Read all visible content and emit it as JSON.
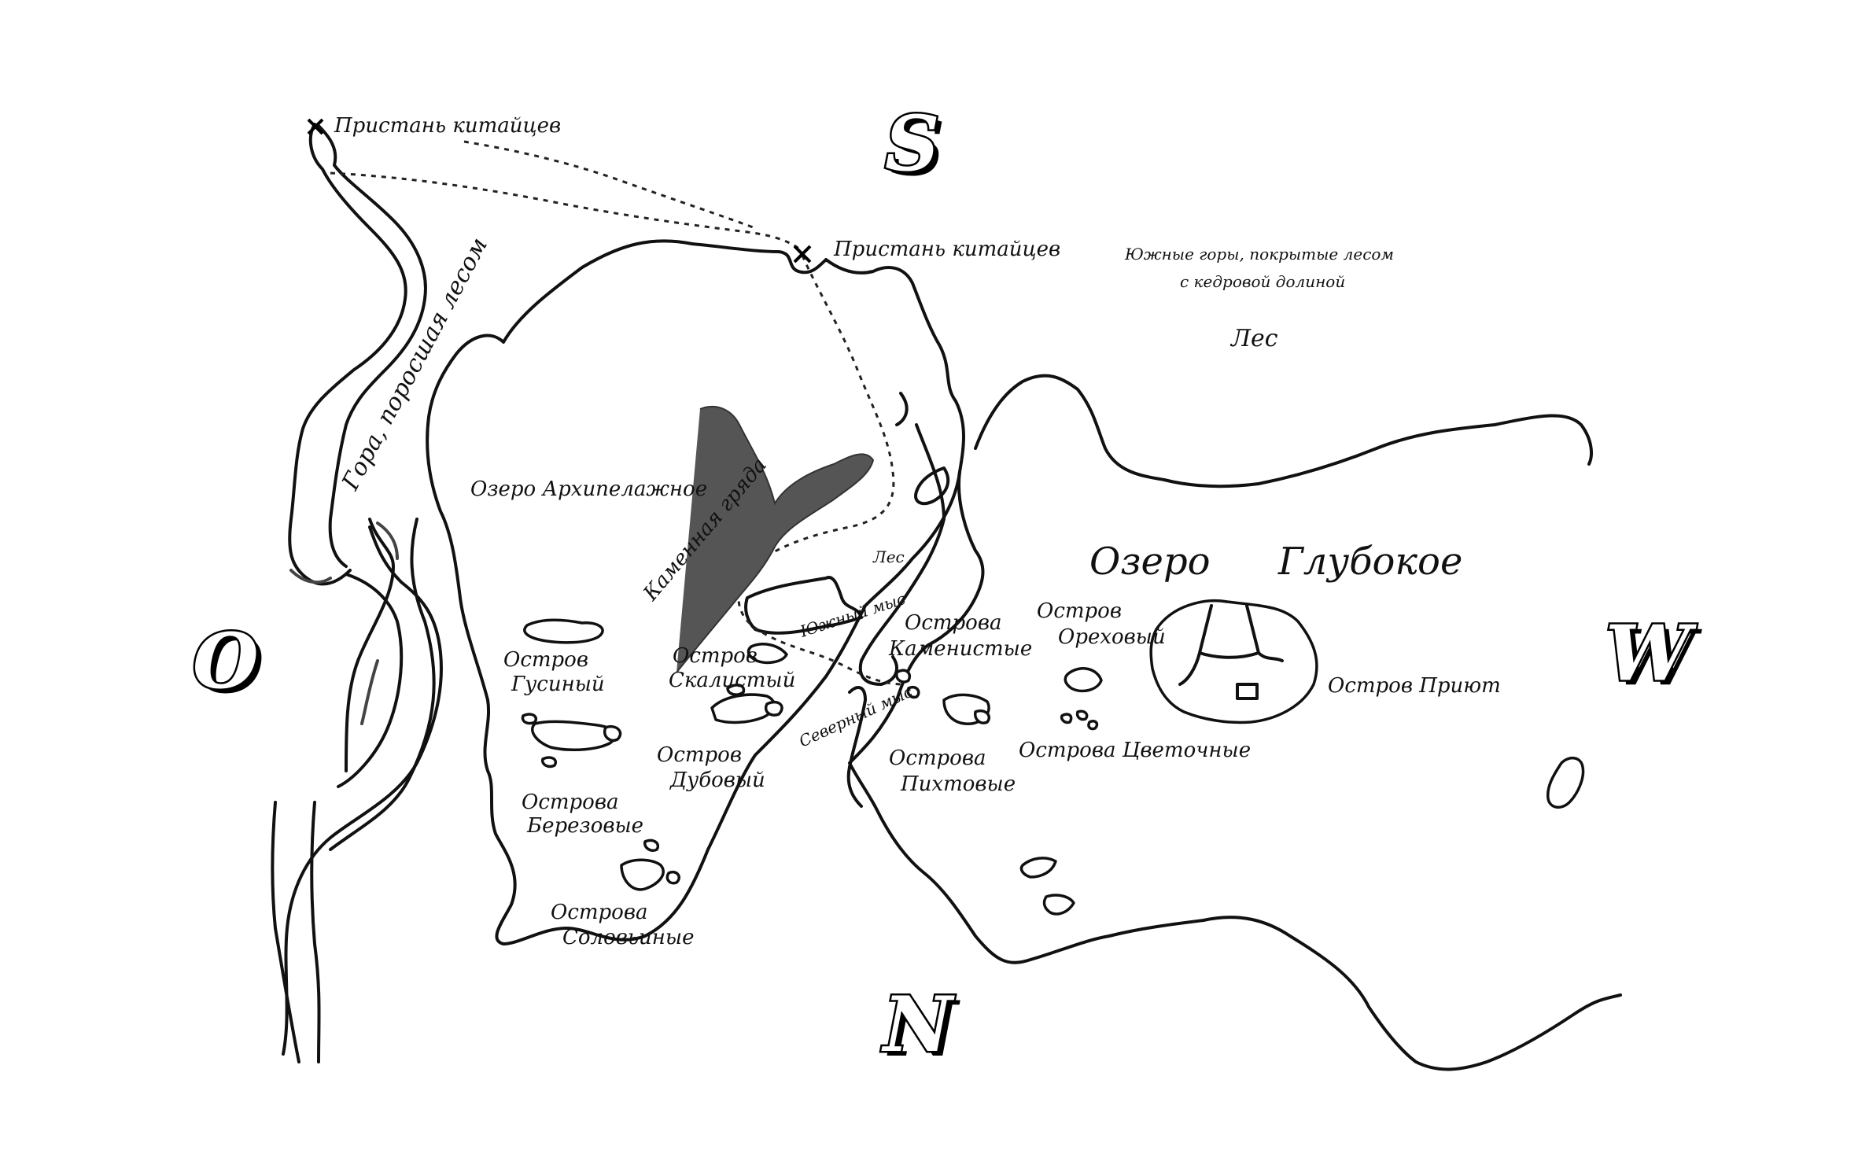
{
  "map": {
    "compass": {
      "south": "S",
      "north": "N",
      "west": "W",
      "east": "O"
    },
    "labels": {
      "pier_chinese_top": "Пристань китайцев",
      "pier_chinese_mid": "Пристань китайцев",
      "south_mountains_line1": "Южные горы, покрытые лесом",
      "south_mountains_line2": "с кедровой долиной",
      "forest_north": "Лес",
      "forest_peninsula": "Лес",
      "mountain_forest": "Гора, поросшая лесом",
      "lake_archipelago": "Озеро Архипелажное",
      "stone_ridge": "Каменная гряда",
      "lake_deep_1": "Озеро",
      "lake_deep_2": "Глубокое",
      "south_cape": "Южный мыс",
      "north_cape": "Северный мыс",
      "stony_islands_1": "Острова",
      "stony_islands_2": "Каменистые",
      "walnut_island_1": "Остров",
      "walnut_island_2": "Ореховый",
      "refuge_island": "Остров Приют",
      "goose_island_1": "Остров",
      "goose_island_2": "Гусиный",
      "rocky_island_1": "Остров",
      "rocky_island_2": "Скалистый",
      "oak_island_1": "Остров",
      "oak_island_2": "Дубовый",
      "birch_islands_1": "Острова",
      "birch_islands_2": "Березовые",
      "fir_islands_1": "Острова",
      "fir_islands_2": "Пихтовые",
      "flower_islands": "Острова Цветочные",
      "nightingale_islands_1": "Острова",
      "nightingale_islands_2": "Соловьиные"
    }
  }
}
